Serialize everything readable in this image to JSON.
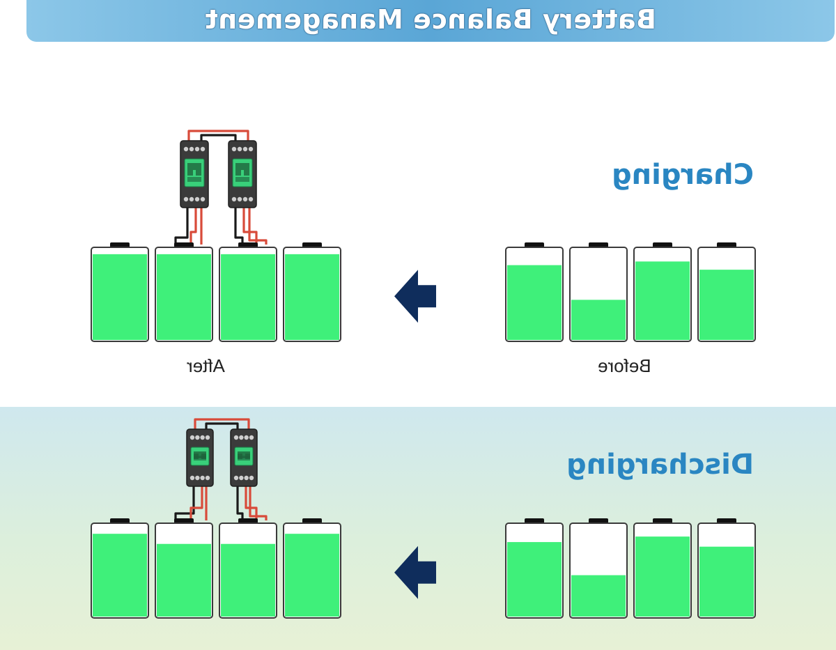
{
  "header": {
    "title": "Battery Balance Management"
  },
  "sections": [
    {
      "id": "charging",
      "mode_label": "Charging",
      "before_label": "Before",
      "after_label": "After",
      "before_levels": [
        0.82,
        0.44,
        0.86,
        0.77
      ],
      "after_levels": [
        0.94,
        0.94,
        0.94,
        0.94
      ]
    },
    {
      "id": "discharging",
      "mode_label": "Discharging",
      "before_label": "",
      "after_label": "",
      "before_levels": [
        0.81,
        0.45,
        0.87,
        0.76
      ],
      "after_levels": [
        0.9,
        0.79,
        0.79,
        0.9
      ]
    }
  ],
  "colors": {
    "charge_fill": "#3ff07a",
    "battery_outline": "#3a3a3a",
    "arrow": "#0f2d5c",
    "mode_label": "#2a86c2",
    "wire_red": "#d84b3a",
    "wire_black": "#1a1a1a",
    "balancer_body": "#3b3b3b",
    "balancer_screen": "#39d07a"
  },
  "icons": [
    "left-arrow-icon",
    "battery-icon",
    "balancer-device-icon"
  ]
}
